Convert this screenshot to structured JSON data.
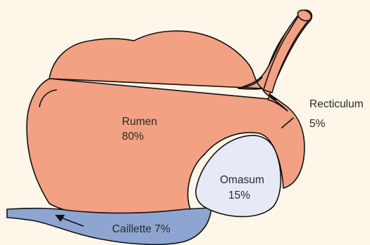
{
  "colors": {
    "background": "#fdf6e9",
    "rumen_fill": "#f2a182",
    "omasum_fill": "#e6e9f6",
    "caillette_fill": "#8ea5d1",
    "outline": "#111111"
  },
  "labels": {
    "rumen": {
      "name": "Rumen",
      "percent": "80%"
    },
    "reticulum": {
      "name": "Recticulum",
      "percent": "5%"
    },
    "omasum": {
      "name": "Omasum",
      "percent": "15%"
    },
    "caillette": {
      "name": "Caillette 7%"
    }
  }
}
